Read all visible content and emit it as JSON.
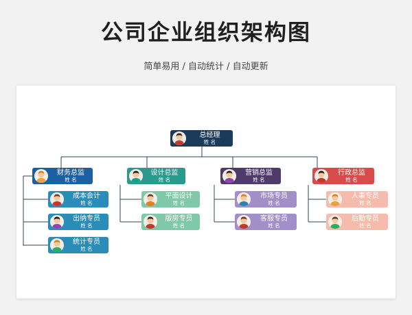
{
  "title": "公司企业组织架构图",
  "subtitle": "简单易用 / 自动统计 / 自动更新",
  "colors": {
    "ceo": "#1b3b5a",
    "finance": "#1d5fa3",
    "finance_sub": "#2a8cb8",
    "design": "#2a9a8f",
    "design_sub": "#80c9a8",
    "marketing": "#4e3b6b",
    "marketing_sub": "#a28ec9",
    "admin": "#d94a4a",
    "admin_sub": "#f5bcae"
  },
  "ceo": {
    "title": "总经理",
    "name": "姓 名"
  },
  "departments": [
    {
      "key": "finance",
      "title": "财务总监",
      "name": "姓 名",
      "staff": [
        {
          "title": "成本会计",
          "name": "姓 名"
        },
        {
          "title": "出纳专员",
          "name": "姓 名"
        },
        {
          "title": "统计专员",
          "name": "姓 名"
        }
      ]
    },
    {
      "key": "design",
      "title": "设计总监",
      "name": "姓 名",
      "staff": [
        {
          "title": "平面设计",
          "name": "姓 名"
        },
        {
          "title": "版房专员",
          "name": "姓 名"
        }
      ]
    },
    {
      "key": "marketing",
      "title": "营销总监",
      "name": "姓 名",
      "staff": [
        {
          "title": "市场专员",
          "name": "姓 名"
        },
        {
          "title": "客服专员",
          "name": "姓 名"
        }
      ]
    },
    {
      "key": "admin",
      "title": "行政总监",
      "name": "姓 名",
      "staff": [
        {
          "title": "人事专员",
          "name": "姓 名"
        },
        {
          "title": "后勤专员",
          "name": "姓 名"
        }
      ]
    }
  ]
}
